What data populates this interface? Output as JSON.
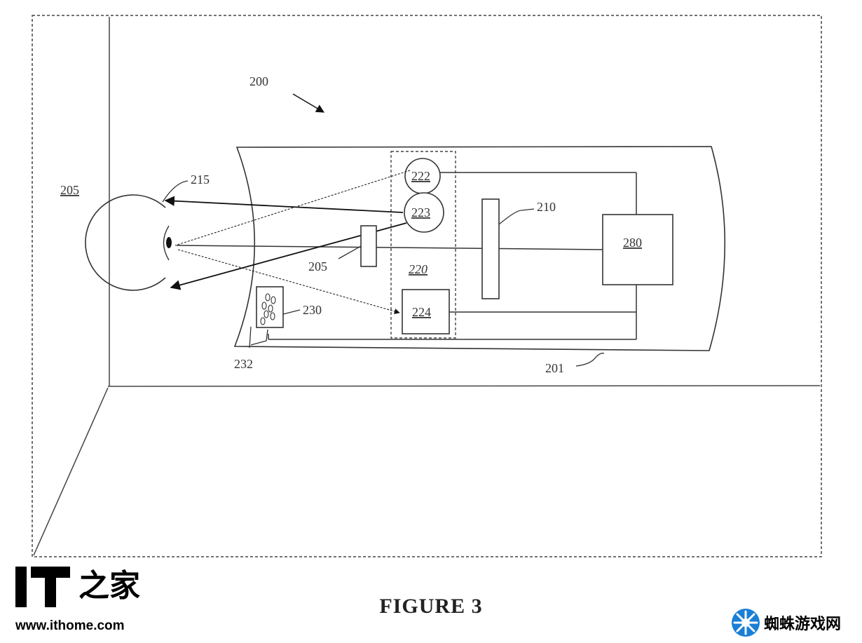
{
  "figure": {
    "caption": "FIGURE 3",
    "labels": {
      "system": "200",
      "eye": "205",
      "eye_lead": "215",
      "lens": "205",
      "display": "210",
      "group": "220",
      "c222": "222",
      "c223": "223",
      "r224": "224",
      "r280": "280",
      "r230": "230",
      "r232": "232",
      "housing": "201"
    }
  },
  "watermarks": {
    "left_logo_text": "IT",
    "left_logo_glyph": "之家",
    "left_url": "www.ithome.com",
    "right_text": "蜘蛛游戏网"
  }
}
